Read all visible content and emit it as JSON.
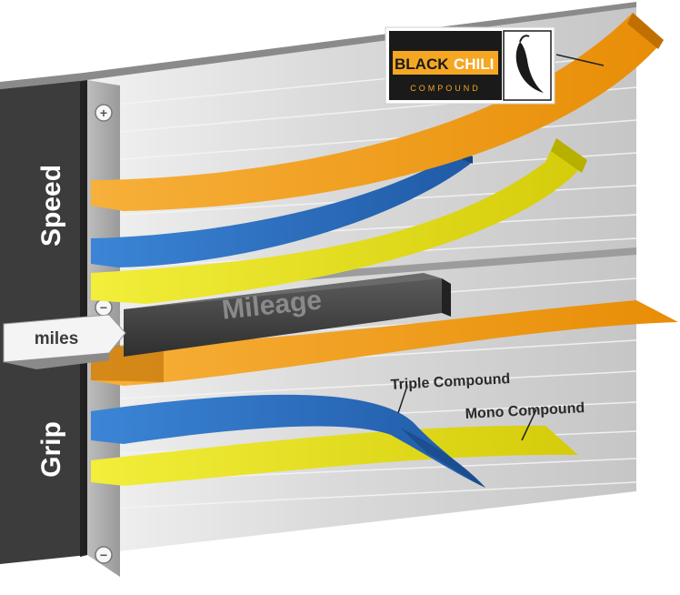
{
  "axes": {
    "speed_label": "Speed",
    "grip_label": "Grip",
    "plus_symbol": "+",
    "minus_symbol": "−"
  },
  "mileage": {
    "bar_label": "Mileage",
    "unit_label": "miles"
  },
  "logo": {
    "black_text": "BLACK",
    "chili_text": "CHILI",
    "compound_text": "COMPOUND"
  },
  "callouts": {
    "triple": "Triple Compound",
    "mono": "Mono Compound"
  },
  "colors": {
    "black_chili": "#f0a01a",
    "triple_compound": "#2a6ec0",
    "mono_compound": "#e8e21e",
    "panel": "#d7d7d7",
    "side_bar": "#3c3c3c"
  }
}
